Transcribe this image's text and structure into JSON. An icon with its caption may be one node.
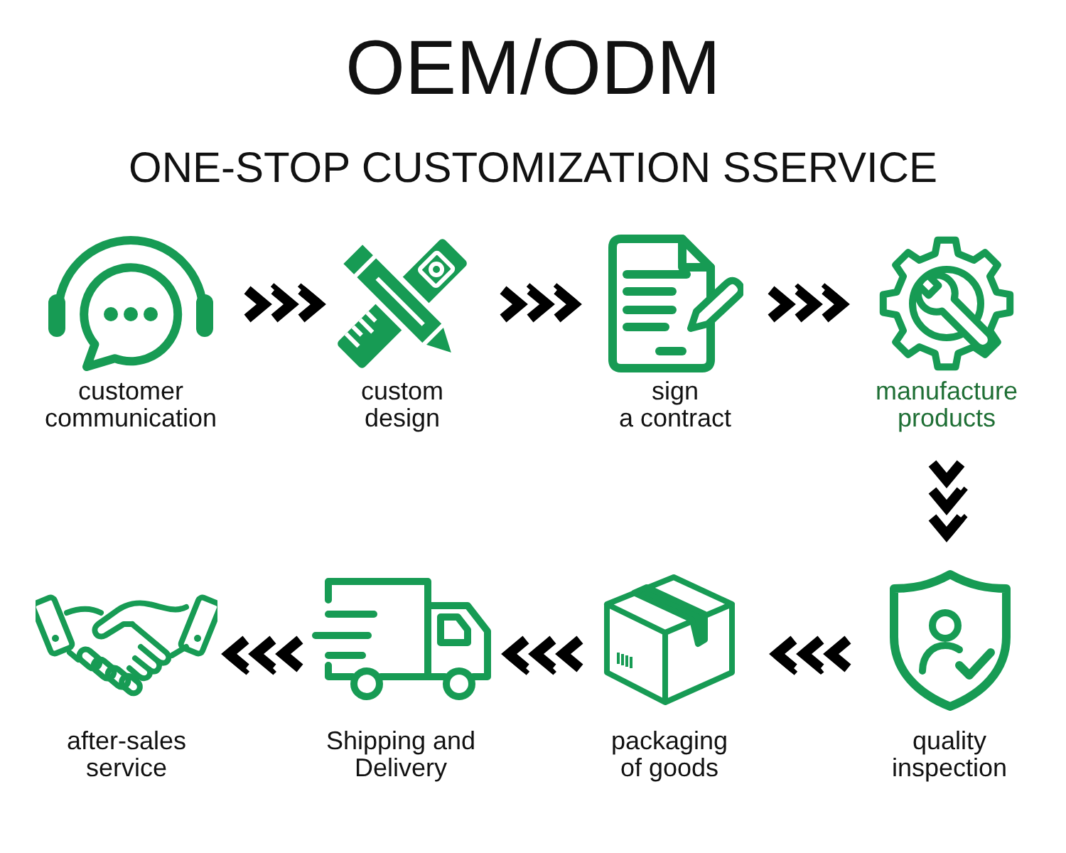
{
  "diagram": {
    "title": "OEM/ODM",
    "nodes": [
      {
        "text": [
          "customer communication"
        ]
      },
      {
        "text": [
          "custom design"
        ]
      },
      {
        "text": [
          "sign a contract"
        ]
      },
      {
        "text": [
          "manufacture products"
        ]
      },
      {
        "text": [
          "quality inspection"
        ]
      },
      {
        "text": [
          "packaging of goods"
        ]
      },
      {
        "text": [
          "Shipping and Delivery"
        ]
      },
      {
        "text": [
          "after-sales service"
        ]
      }
    ],
    "edges": [
      {
        "from": 0,
        "to": 1,
        "arrow": "to"
      },
      {
        "from": 1,
        "to": 2,
        "arrow": "to"
      },
      {
        "from": 2,
        "to": 3,
        "arrow": "to"
      },
      {
        "from": 3,
        "to": 4,
        "arrow": "to"
      },
      {
        "from": 4,
        "to": 5,
        "arrow": "to"
      },
      {
        "from": 5,
        "to": 6,
        "arrow": "to"
      },
      {
        "from": 6,
        "to": 7,
        "arrow": "to"
      }
    ],
    "labels": [
      "ONE-STOP CUSTOMIZATION SSERVICE"
    ]
  }
}
